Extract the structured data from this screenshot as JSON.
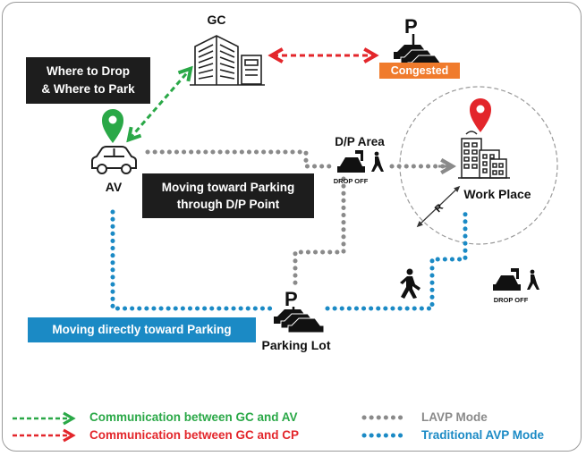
{
  "nodes": {
    "gc": "GC",
    "av": "AV",
    "dp_area": "D/P Area",
    "work_place": "Work Place",
    "parking_lot": "Parking Lot",
    "radius": "R",
    "drop_off_1": "DROP OFF",
    "drop_off_2": "DROP OFF",
    "parking_sign_1": "P",
    "parking_sign_2": "P"
  },
  "boxes": {
    "where_to_drop_line1": "Where to Drop",
    "where_to_drop_line2": "& Where to Park",
    "congested": "Congested",
    "moving_parking_line1": "Moving toward Parking",
    "moving_parking_line2": "through D/P Point",
    "moving_directly": "Moving directly toward Parking"
  },
  "legend": {
    "gc_av": "Communication between GC and AV",
    "gc_cp": "Communication between GC and CP",
    "lavp": "LAVP Mode",
    "traditional": "Traditional AVP Mode"
  },
  "colors": {
    "green": "#2aa847",
    "red": "#e3262b",
    "gray": "#8a8a8a",
    "blue": "#1b8ac5",
    "orange": "#f07b2c",
    "dark": "#1d1d1d"
  }
}
